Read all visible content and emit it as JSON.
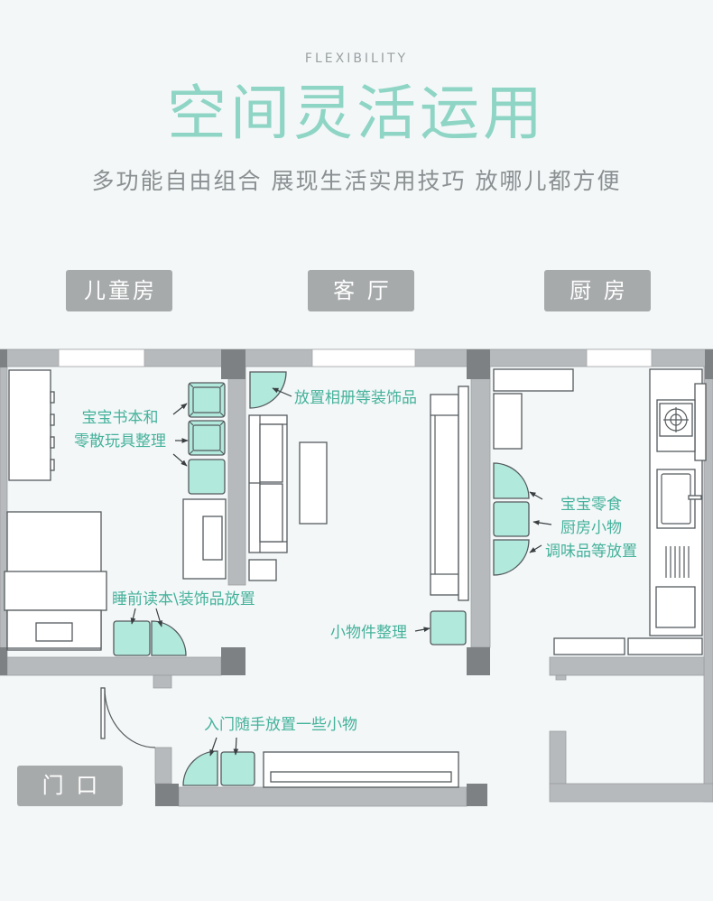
{
  "header": {
    "eyebrow": "FLEXIBILITY",
    "title": "空间灵活运用",
    "subtitle": "多功能自由组合 展现生活实用技巧 放哪儿都方便"
  },
  "rooms": {
    "kids_room": "儿童房",
    "living_room": "客 厅",
    "kitchen": "厨 房",
    "entrance": "门 口"
  },
  "annotations": {
    "kids_room_books_line1": "宝宝书本和",
    "kids_room_books_line2": "零散玩具整理",
    "kids_room_bedside": "睡前读本\\装饰品放置",
    "living_room_album": "放置相册等装饰品",
    "living_room_small_items": "小物件整理",
    "kitchen_line1": "宝宝零食",
    "kitchen_line2": "厨房小物",
    "kitchen_line3": "调味品等放置",
    "entrance_items": "入门随手放置一些小物"
  },
  "colors": {
    "background": "#f3f7f8",
    "title_accent": "#8fd5c5",
    "annotation_text": "#45b29b",
    "storage_unit_fill": "#b1e9dc",
    "room_tag": "#a7aaab",
    "wall": "#b7babc",
    "pillar": "#7e8183"
  }
}
